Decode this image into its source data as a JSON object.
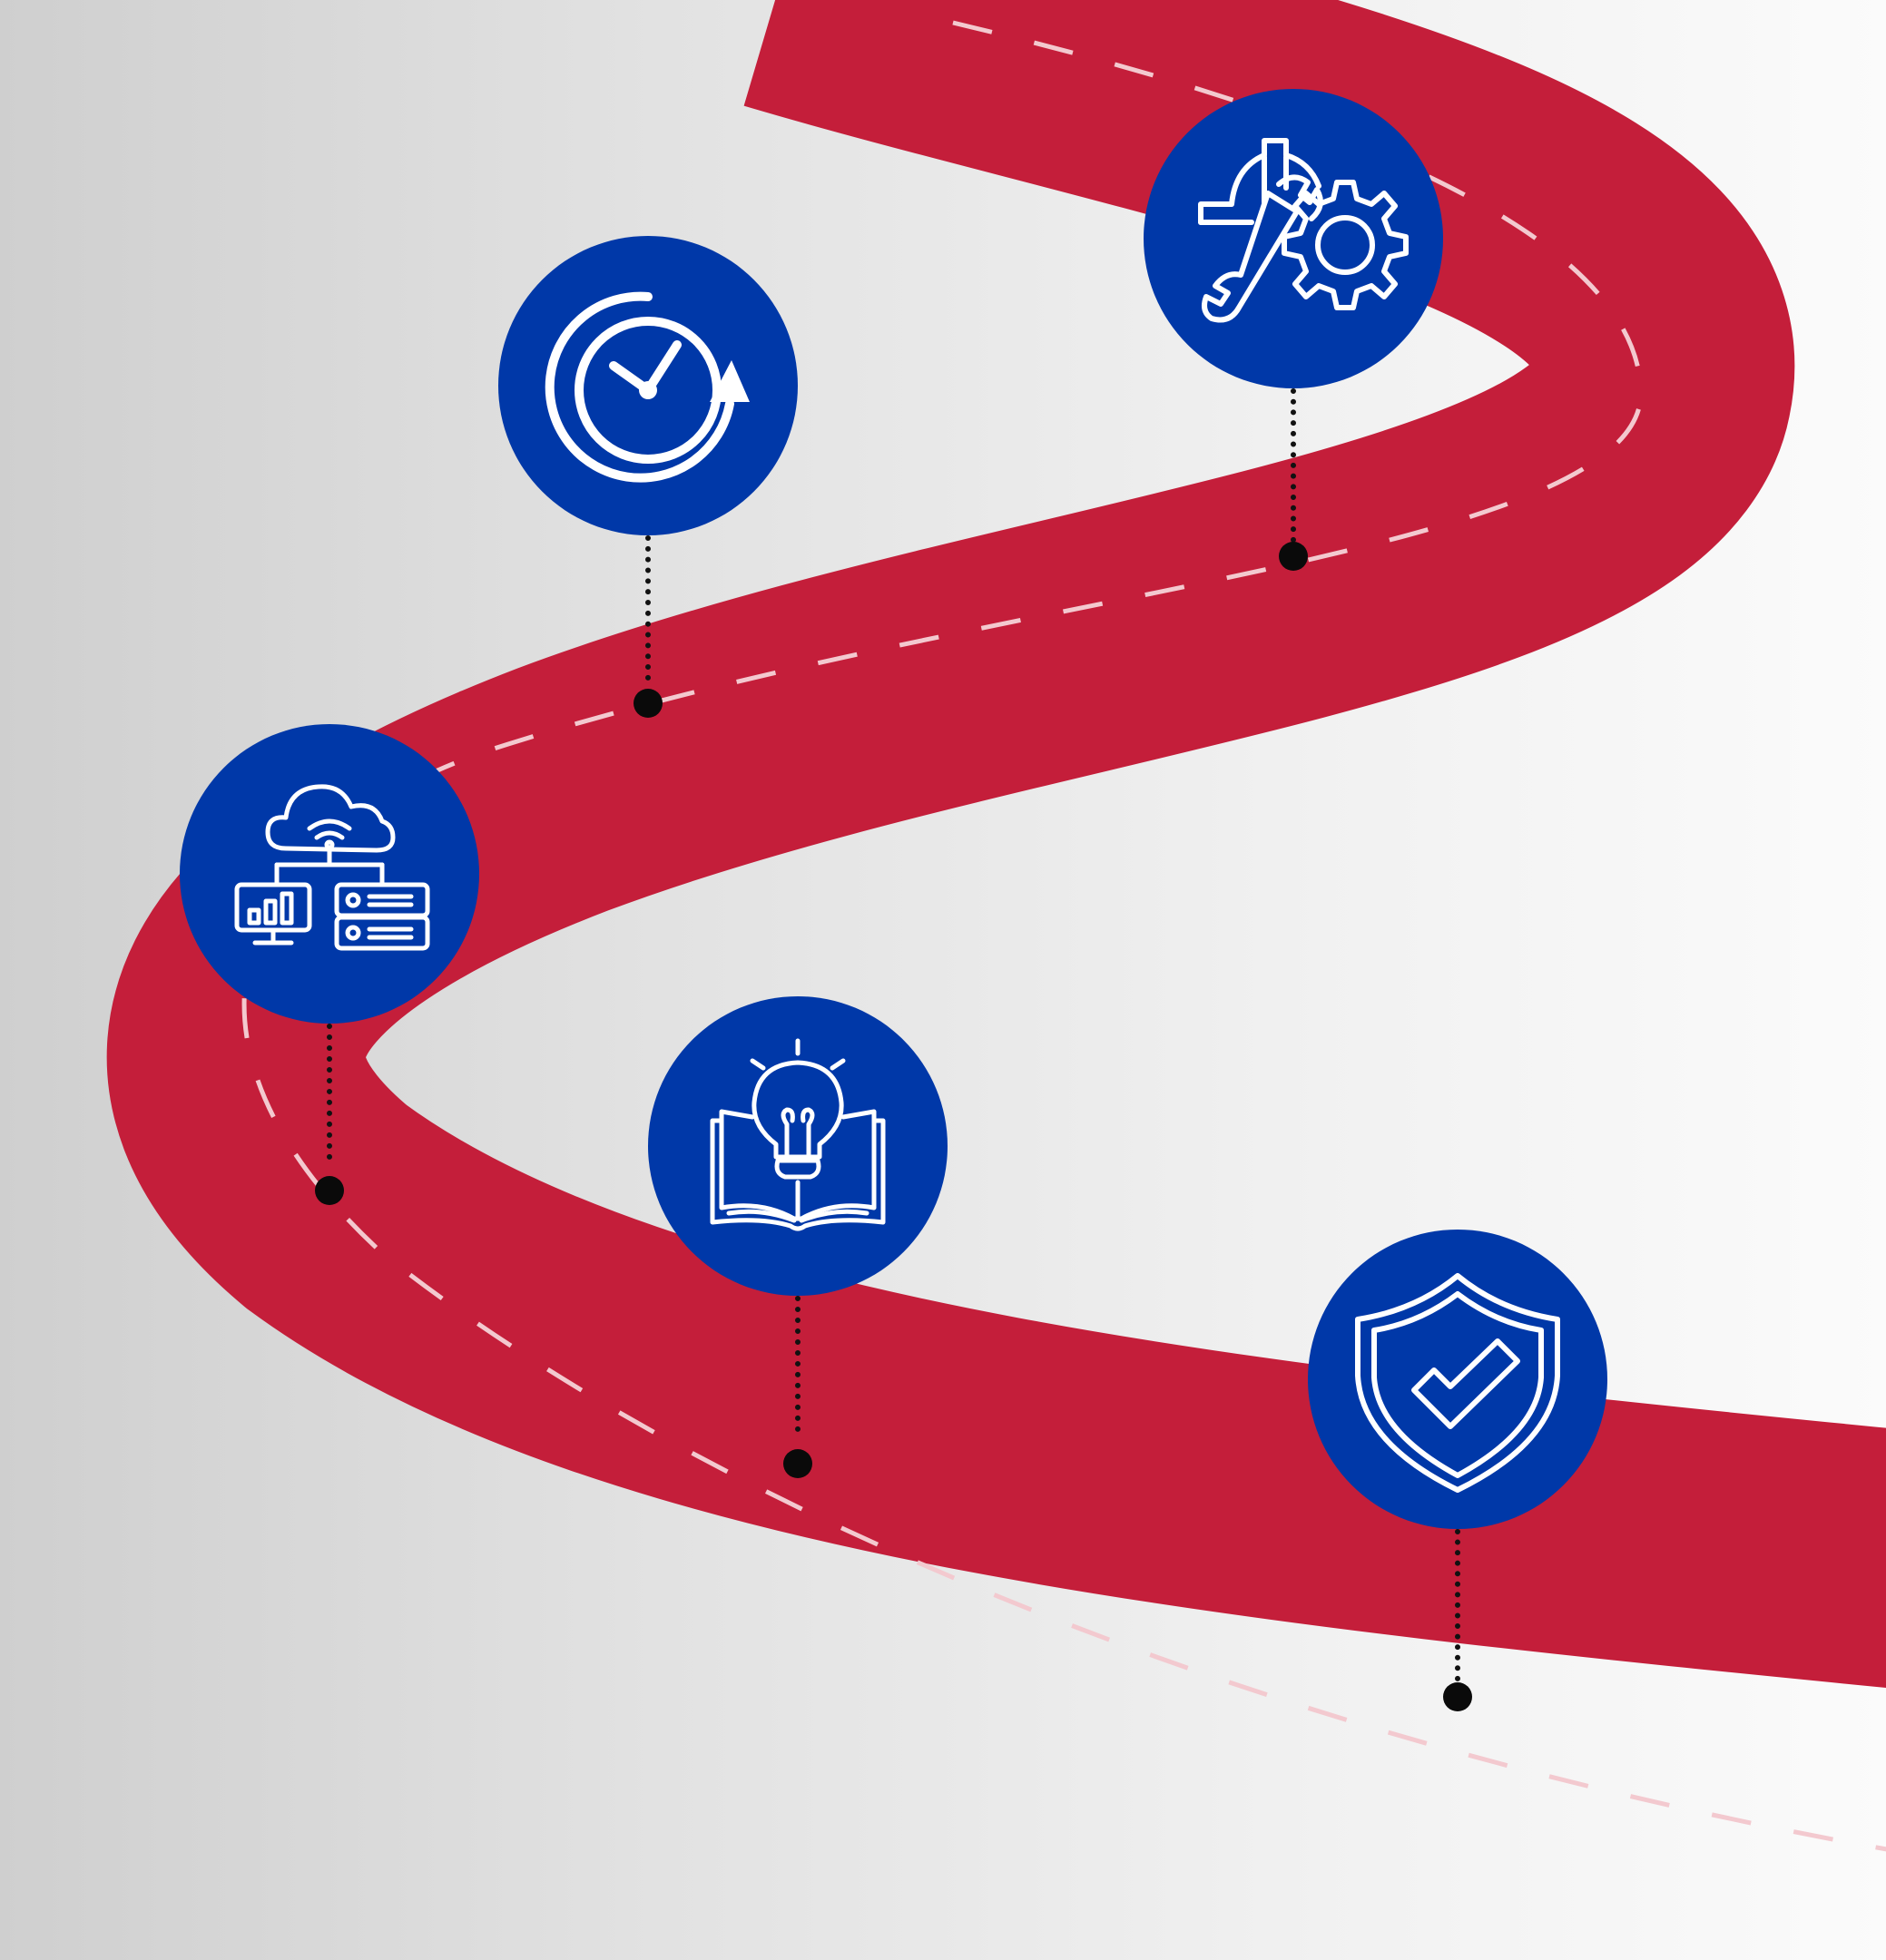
{
  "colors": {
    "road": "#c41e3a",
    "badge": "#0038a8",
    "icon_stroke": "#ffffff",
    "lane_marking": "#f3c9cf",
    "pin": "#0a0a0a",
    "background_left": "#cfcfcf",
    "background_right": "#fbfbfb"
  },
  "milestones": [
    {
      "name": "milestone-1",
      "icon": "clock-refresh-icon"
    },
    {
      "name": "milestone-2",
      "icon": "maintenance-gear-wrench-icon"
    },
    {
      "name": "milestone-3",
      "icon": "cloud-network-icon"
    },
    {
      "name": "milestone-4",
      "icon": "lightbulb-book-icon"
    },
    {
      "name": "milestone-5",
      "icon": "shield-check-icon"
    }
  ]
}
